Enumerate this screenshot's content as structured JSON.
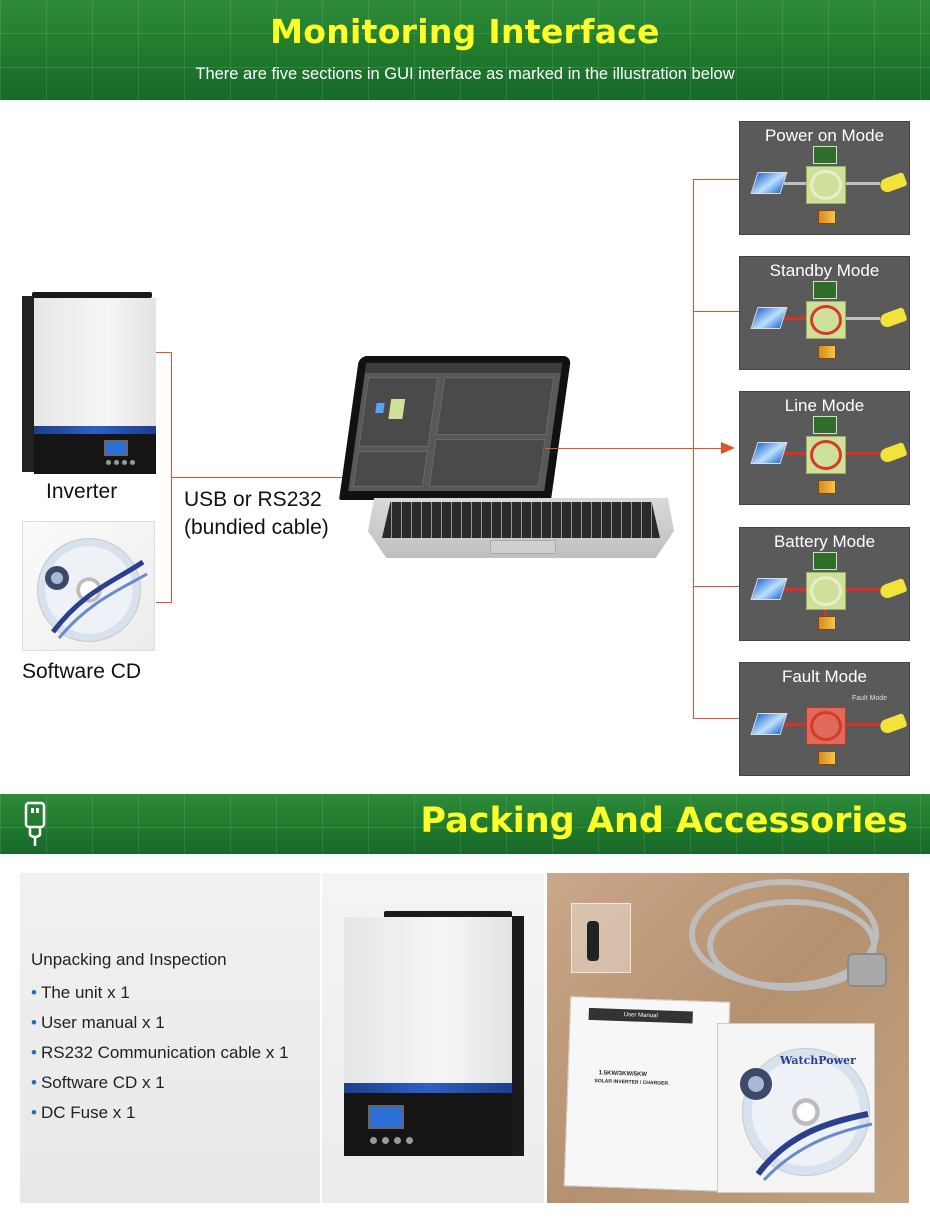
{
  "header": {
    "title": "Monitoring Interface",
    "subtitle": "There are five sections in GUI interface as marked in the illustration below"
  },
  "diagram": {
    "inverter_label": "Inverter",
    "cd_label": "Software CD",
    "cable_label_line1": "USB or RS232",
    "cable_label_line2": "(bundied cable)",
    "modes": [
      {
        "title": "Power on Mode"
      },
      {
        "title": "Standby Mode"
      },
      {
        "title": "Line Mode"
      },
      {
        "title": "Battery Mode"
      },
      {
        "title": "Fault Mode",
        "note": "Fault Mode"
      }
    ],
    "colors": {
      "connector": "#e2522a",
      "panel_bg": "#5a5a5a",
      "banner_green": "#1f7a2c",
      "title_yellow": "#ffff2a"
    }
  },
  "packing": {
    "title": "Packing And Accessories",
    "icon": "usb-plug-icon",
    "heading": "Unpacking and Inspection",
    "items": [
      "The unit x 1",
      "User manual x 1",
      "RS232 Communication cable x 1",
      "Software CD x 1",
      "DC Fuse x 1"
    ],
    "manual_header": "User Manual",
    "manual_line1": "1.5KW/3KW/5KW",
    "manual_line2": "SOLAR INVERTER / CHARGER",
    "cd_brand": "WatchPower"
  }
}
